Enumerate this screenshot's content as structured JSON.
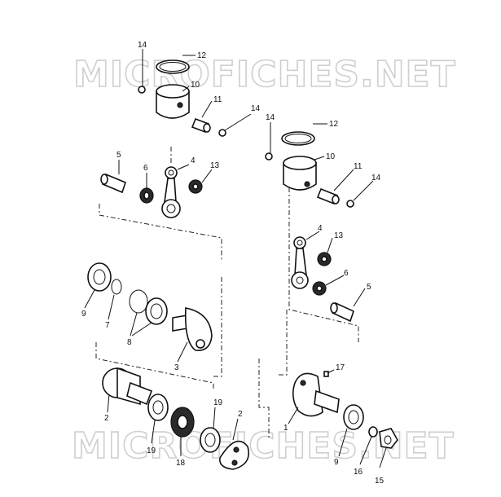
{
  "watermark": {
    "top": "MICROFICHES.NET",
    "bottom": "MICROFICHES.NET"
  },
  "callouts": {
    "left_piston_ring": "12",
    "left_clip_top": "14",
    "left_piston": "10",
    "left_pin": "11",
    "left_clip_side": "14",
    "left_rod": "4",
    "left_pin_upper": "5",
    "left_bearing_small": "6",
    "left_bearing_needle": "13",
    "left_seal": "9",
    "left_circlip": "7",
    "left_bearings": "8",
    "left_crank_half": "3",
    "left_crank_lower": "2",
    "left_bearing_lower_a": "19",
    "left_gear": "18",
    "left_bearing_lower_b": "19",
    "left_crank_web": "2",
    "right_clip_top": "14",
    "right_piston_ring": "12",
    "right_piston": "10",
    "right_pin": "11",
    "right_clip_side": "14",
    "right_rod": "4",
    "right_bearing_needle": "13",
    "right_bearing_small": "6",
    "right_pin_upper": "5",
    "right_key": "17",
    "right_crank": "1",
    "right_seal": "9",
    "right_washer": "16",
    "right_nut": "15"
  }
}
